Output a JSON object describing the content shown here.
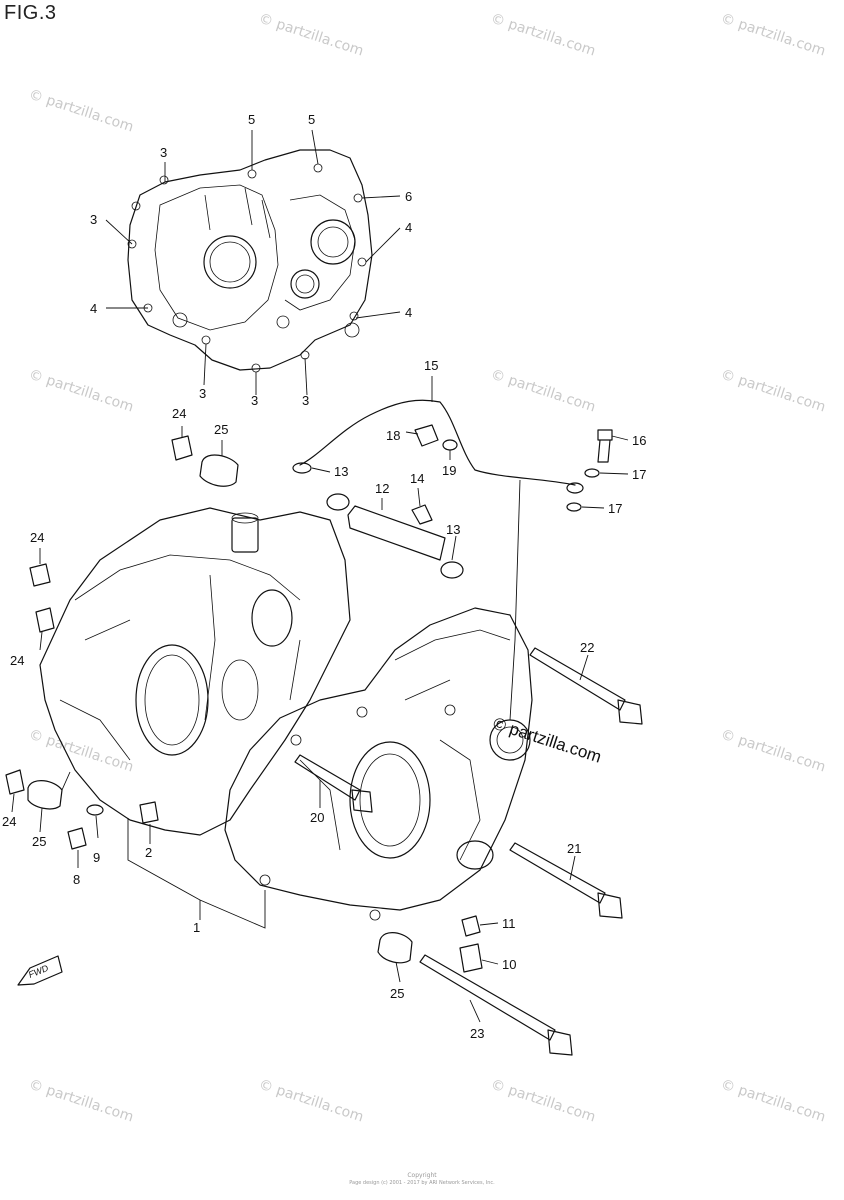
{
  "figure": {
    "title": "FIG.3"
  },
  "watermarks": {
    "text": "© partzilla.com",
    "color": "#c9c9c9"
  },
  "fwd_mark": {
    "text": "FWD"
  },
  "footer": {
    "line1": "Copyright",
    "line2": "Page design (c) 2001 - 2017 by ARI Network Services, Inc."
  },
  "callouts": [
    "1",
    "2",
    "3",
    "4",
    "5",
    "6",
    "8",
    "9",
    "10",
    "11",
    "12",
    "13",
    "14",
    "15",
    "16",
    "17",
    "18",
    "19",
    "20",
    "21",
    "22",
    "23",
    "24",
    "25"
  ]
}
